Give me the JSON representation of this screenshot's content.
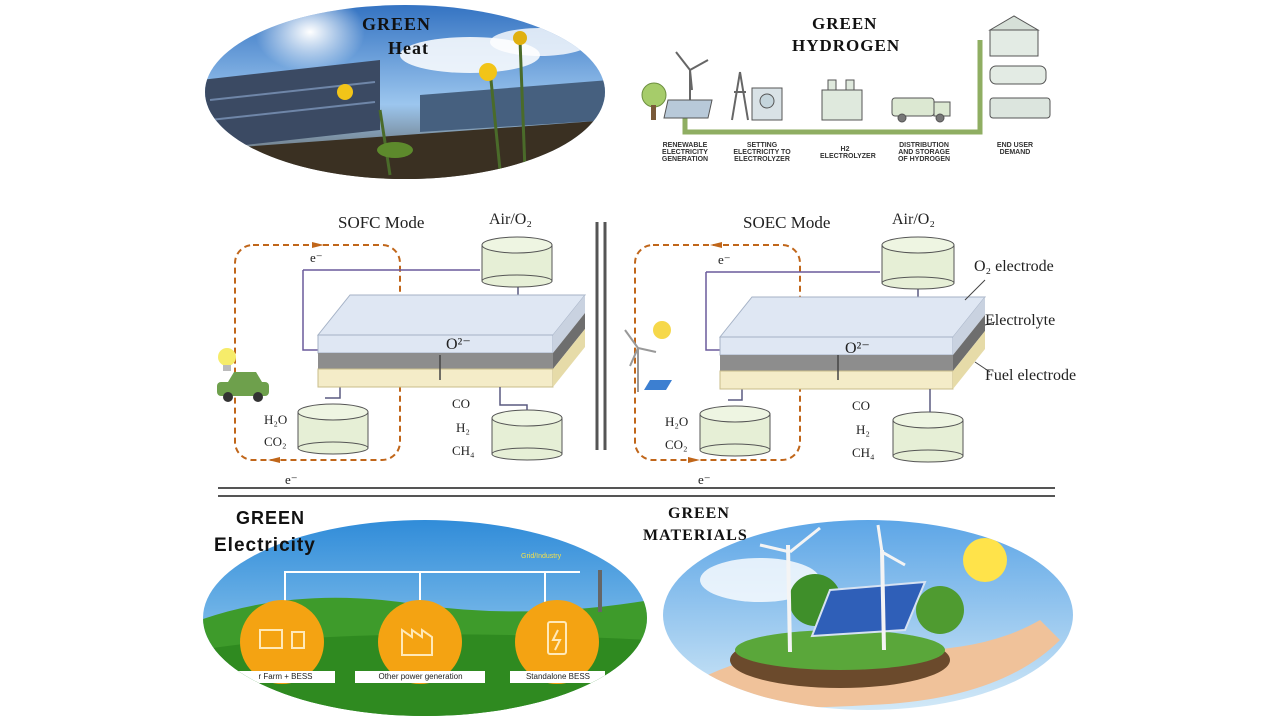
{
  "top_left": {
    "title_line1": "GREEN",
    "title_line2": "Heat"
  },
  "top_right": {
    "title_line1": "GREEN",
    "title_line2": "HYDROGEN",
    "captions": [
      "RENEWABLE ELECTRICITY GENERATION",
      "SETTING ELECTRICITY TO ELECTROLYZER",
      "H2 ELECTROLYZER",
      "DISTRIBUTION AND STORAGE OF HYDROGEN",
      "END USER DEMAND"
    ]
  },
  "sofc": {
    "mode_label": "SOFC Mode",
    "air": "Air/O₂",
    "electron_top": "e⁻",
    "electron_bottom": "e⁻",
    "ion": "O²⁻",
    "h2o": "H₂O",
    "co2": "CO₂",
    "co": "CO",
    "h2": "H₂",
    "ch4": "CH₄"
  },
  "soec": {
    "mode_label": "SOEC Mode",
    "air": "Air/O₂",
    "electron_top": "e⁻",
    "electron_bottom": "e⁻",
    "ion": "O²⁻",
    "h2o": "H₂O",
    "co2": "CO₂",
    "co": "CO",
    "h2": "H₂",
    "ch4": "CH₄",
    "o2_electrode": "O₂ electrode",
    "electrolyte": "Electrolyte",
    "fuel_electrode": "Fuel electrode"
  },
  "bottom_left": {
    "title_line1": "GREEN",
    "title_line2": "Electricity",
    "grid_label": "Grid/Industry",
    "circle_labels": [
      "r Farm + BESS",
      "Other power generation",
      "Standalone BESS"
    ]
  },
  "bottom_right": {
    "title_line1": "GREEN",
    "title_line2": "MATERIALS"
  },
  "colors": {
    "green_title": "#111111",
    "cell_top": "#dfe7f3",
    "cell_electrolyte": "#8d8d8d",
    "cell_fuel": "#f4ecc8",
    "tank": "#e6efd6",
    "circuit_dashed": "#c0661a",
    "wire": "#6a5a9c",
    "orange_circle": "#f4a312"
  }
}
